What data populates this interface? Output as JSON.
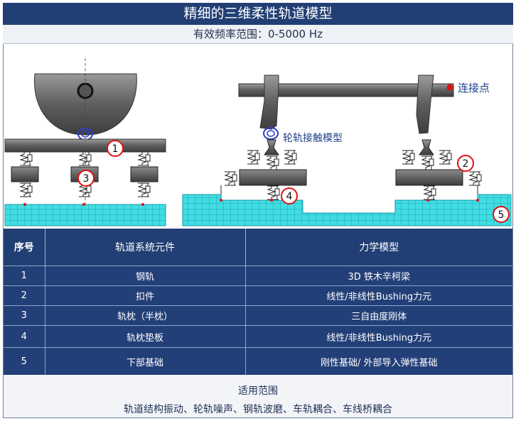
{
  "title": "精细的三维柔性轨道模型",
  "subtitle": "有效频率范围：0-5000 Hz",
  "diagram": {
    "connection_point_label": "连接点",
    "contact_model_label": "轮轨接触模型",
    "markers": [
      "1",
      "2",
      "3",
      "4",
      "5"
    ]
  },
  "table": {
    "headers": [
      "序号",
      "轨道系统元件",
      "力学模型"
    ],
    "rows": [
      [
        "1",
        "钢轨",
        "3D 铁木辛柯梁"
      ],
      [
        "2",
        "扣件",
        "线性/非线性Bushing力元"
      ],
      [
        "3",
        "轨枕（半枕）",
        "三自由度刚体"
      ],
      [
        "4",
        "轨枕垫板",
        "线性/非线性Bushing力元"
      ],
      [
        "5",
        "下部基础",
        "刚性基础/ 外部导入弹性基础"
      ]
    ]
  },
  "footer": {
    "heading": "适用范围",
    "text": "轨道结构振动、轮轨噪声、钢轨波磨、车轨耦合、车线桥耦合"
  },
  "colors": {
    "header_navy": "#213f74",
    "foundation_cyan": "#3fe0e4",
    "marker_red": "#e01010",
    "contact_blue": "#2b3fc7"
  }
}
